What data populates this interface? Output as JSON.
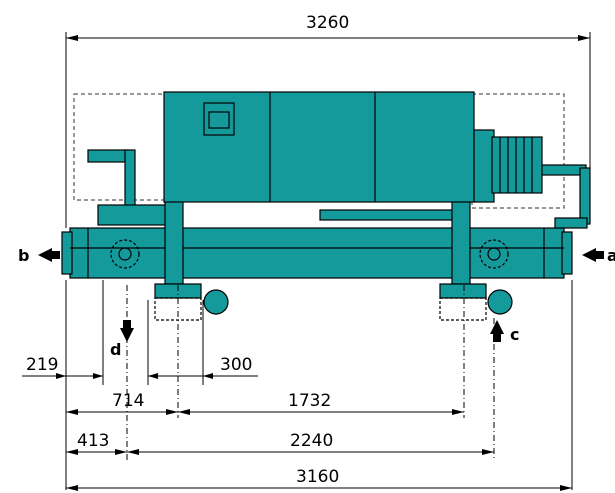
{
  "dimensions": {
    "overall_top": "3260",
    "left_219": "219",
    "d_714": "714",
    "foot_300": "300",
    "foot_spacing": "1732",
    "d_413": "413",
    "c_spacing": "2240",
    "overall_bottom": "3160"
  },
  "connections": {
    "a": "a",
    "b": "b",
    "c": "c",
    "d": "d"
  },
  "colors": {
    "unit_body": "#159a9c",
    "outline": "#000000",
    "background": "#ffffff"
  }
}
